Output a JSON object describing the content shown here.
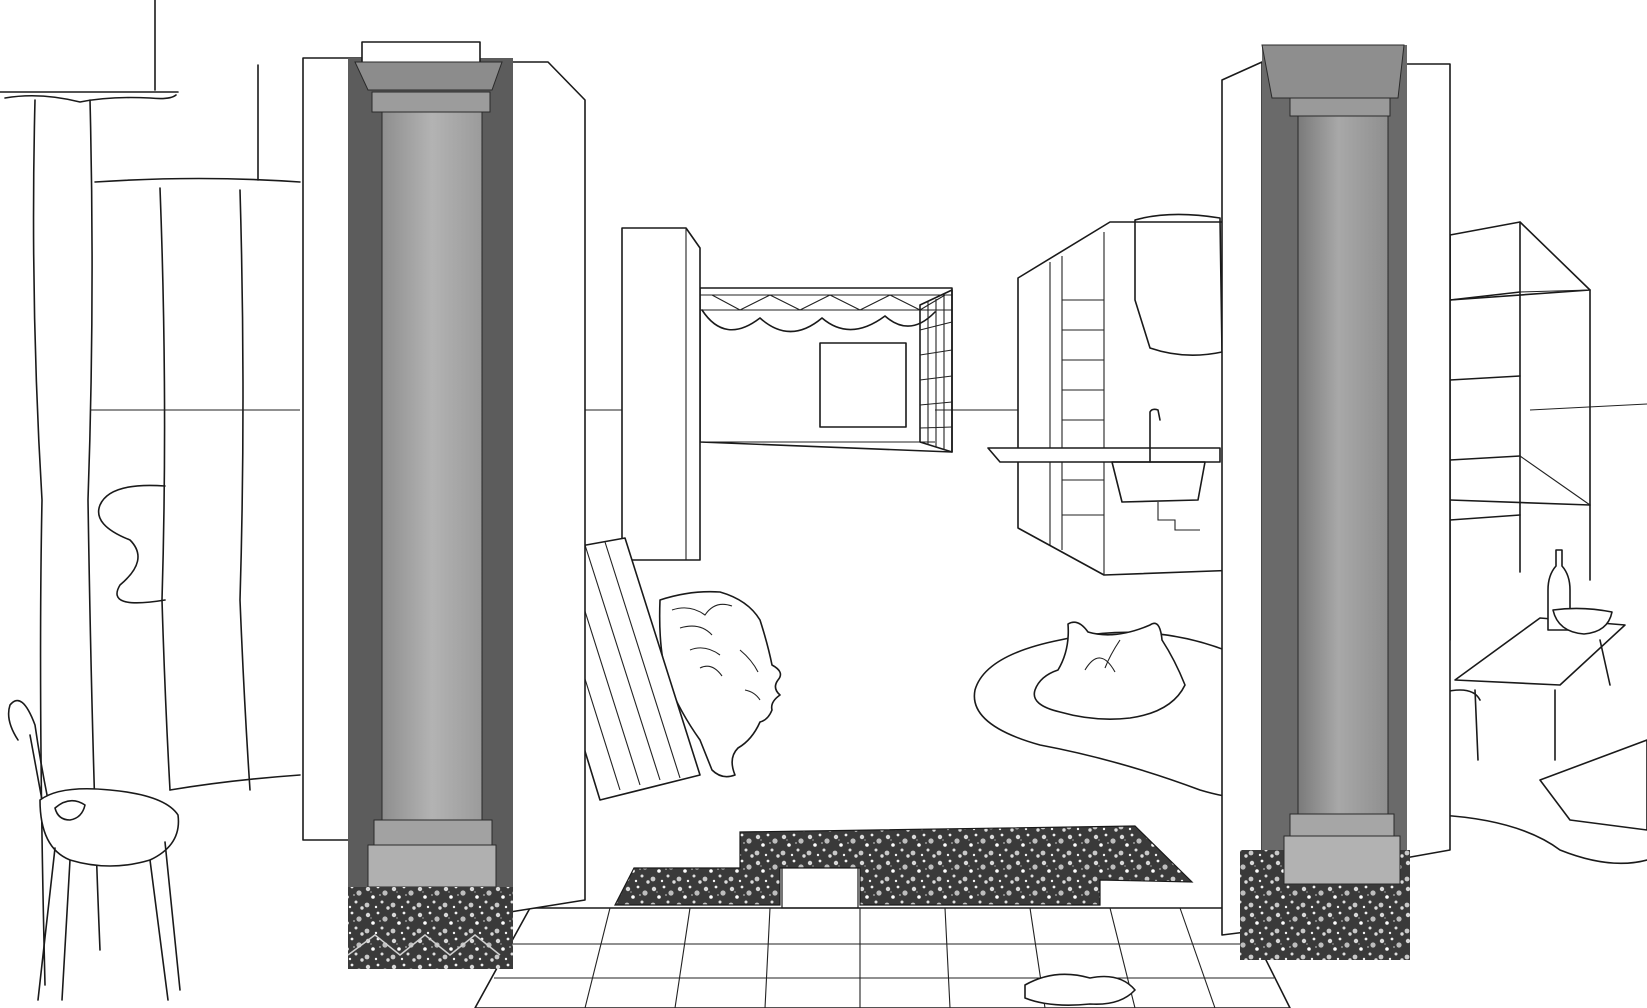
{
  "scene": {
    "palette": {
      "paper": "#ffffff",
      "ink": "#1a1a1a",
      "column_stone": "#a9a9a9",
      "column_shadow": "#5c5c5c",
      "terrazzo_base": "#3a3a3a"
    },
    "elements": [
      "curtain",
      "left-column",
      "right-column",
      "doorway",
      "kitchen-unit",
      "shelving-unit",
      "wooden-pallet",
      "classical-head",
      "rug",
      "pillow",
      "side-table",
      "bottle",
      "bowl",
      "chair",
      "terrazzo-floor",
      "tiled-floor"
    ]
  }
}
